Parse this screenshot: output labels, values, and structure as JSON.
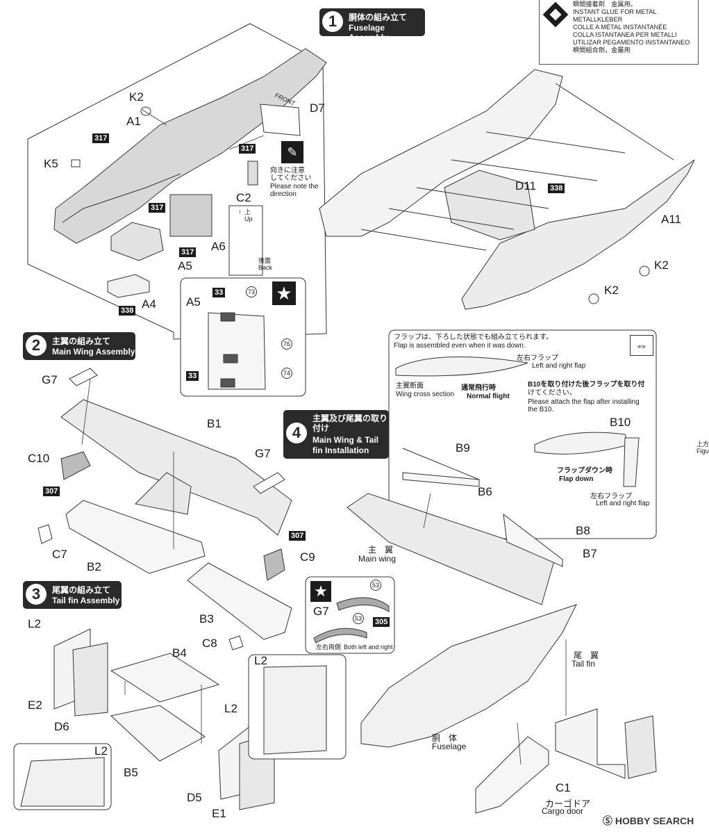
{
  "glue_box": {
    "lines": [
      "瞬間接着剤　金属用。",
      "INSTANT GLUE FOR METAL",
      "METALLKLEBER",
      "COLLE A MÉTAL INSTANTANÉE",
      "COLLA ISTANTANEA PER METALLI",
      "UTILIZAR PEGAMENTO INSTANTANEO",
      "瞬間組合劑，金屬用"
    ],
    "icon": "diamond-glue-icon"
  },
  "steps": {
    "s1": {
      "num": "1",
      "jp": "胴体の組み立て",
      "en": "Fuselage Assembly"
    },
    "s2": {
      "num": "2",
      "jp": "主翼の組み立て",
      "en": "Main Wing Assembly"
    },
    "s3": {
      "num": "3",
      "jp": "尾翼の組み立て",
      "en": "Tail fin Assembly"
    },
    "s4": {
      "num": "4",
      "jp": "主翼及び尾翼の取り付け",
      "en1": "Main Wing & Tail",
      "en2": "fin Installation"
    }
  },
  "parts": {
    "K2a": "K2",
    "A1": "A1",
    "K5": "K5",
    "D7": "D7",
    "C2": "C2",
    "A6": "A6",
    "A5": "A5",
    "A4": "A4",
    "A5b": "A5",
    "D11": "D11",
    "A11": "A11",
    "K2b": "K2",
    "K2c": "K2",
    "G7a": "G7",
    "B1": "B1",
    "C10": "C10",
    "G7b": "G7",
    "C7": "C7",
    "B2": "B2",
    "C9": "C9",
    "B3": "B3",
    "C8": "C8",
    "L2a": "L2",
    "B4": "B4",
    "E2": "E2",
    "D6": "D6",
    "L2b": "L2",
    "L2c": "L2",
    "B5": "B5",
    "D5": "D5",
    "E1": "E1",
    "L2d": "L2",
    "G7c": "G7",
    "B9": "B9",
    "B6": "B6",
    "B10": "B10",
    "B8": "B8",
    "B7": "B7",
    "C1": "C1"
  },
  "colors": {
    "c317a": "317",
    "c317b": "317",
    "c317c": "317",
    "c317d": "317",
    "c338a": "338",
    "c338b": "338",
    "c307a": "307",
    "c307b": "307",
    "c305": "305",
    "c33a": "33",
    "c33b": "33"
  },
  "callouts": {
    "n73": "73",
    "n76": "76",
    "n74": "74",
    "n53a": "53",
    "n53b": "53"
  },
  "notes": {
    "direction_jp": "向きに注意",
    "direction_jp2": "してください",
    "direction_en1": "Please note the",
    "direction_en2": "direction",
    "front": "FRONT",
    "up_jp": "上",
    "up_en": "Up",
    "back_jp": "後面",
    "back_en": "Back",
    "flap_jp": "フラップは、下ろした状態でも組み立てられます。",
    "flap_en": "Flap is assembled even when it was down.",
    "lr_flap_jp": "左右フラップ",
    "lr_flap_en": "Left and right flap",
    "wing_cs_jp": "主翼断面",
    "wing_cs_en": "Wing cross section",
    "normal_jp": "通常飛行時",
    "normal_en": "Normal flight",
    "b10_jp1": "B10を取り付けた後フラップを取り付",
    "b10_jp2": "けてください。",
    "b10_en1": "Please attach the flap after installing",
    "b10_en2": "the B10.",
    "flapdown_jp": "フラップダウン時",
    "flapdown_en": "Flap down",
    "lr_flap2_jp": "左右フラップ",
    "lr_flap2_en": "Left and right flap",
    "mainwing_jp": "主　翼",
    "mainwing_en": "Main wing",
    "tailfin_jp": "尾　翼",
    "tailfin_en": "Tail fin",
    "fuselage_jp": "胴　体",
    "fuselage_en": "Fuselage",
    "cargo_jp": "カーゴドア",
    "cargo_en": "Cargo door",
    "both_jp": "左右両側",
    "both_en": "Both left and right",
    "edge_jp": "上方",
    "edge_en": "Figu"
  },
  "watermark": "HOBBY SEARCH"
}
